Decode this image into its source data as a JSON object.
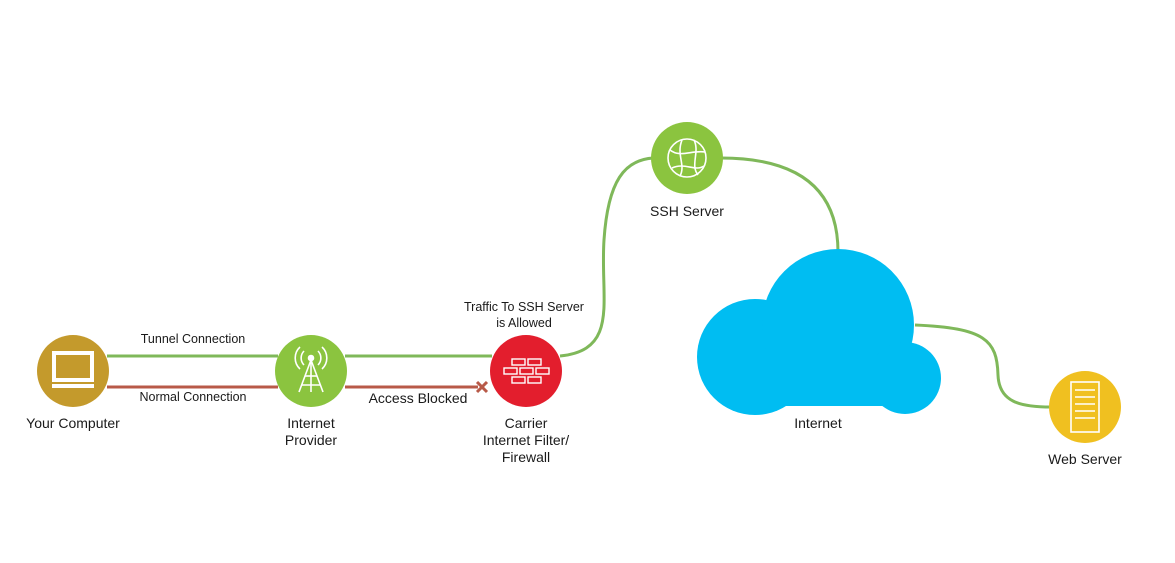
{
  "nodes": {
    "computer": {
      "label": "Your Computer",
      "color": "#c49a2c"
    },
    "provider": {
      "label_line1": "Internet",
      "label_line2": "Provider",
      "color": "#8bc43f"
    },
    "firewall": {
      "label_line1": "Carrier",
      "label_line2": "Internet Filter/",
      "label_line3": "Firewall",
      "color": "#e31e2d"
    },
    "ssh": {
      "label": "SSH Server",
      "color": "#8bc43f"
    },
    "internet": {
      "label": "Internet",
      "color": "#00bdf2"
    },
    "web": {
      "label": "Web Server",
      "color": "#f0c020"
    }
  },
  "connections": {
    "tunnel": {
      "label": "Tunnel Connection",
      "color": "#7fb85a"
    },
    "normal": {
      "label": "Normal Connection",
      "color": "#b85a48"
    },
    "blocked": {
      "label": "Access Blocked"
    },
    "allowed": {
      "label_line1": "Traffic To SSH Server",
      "label_line2": "is Allowed"
    }
  }
}
